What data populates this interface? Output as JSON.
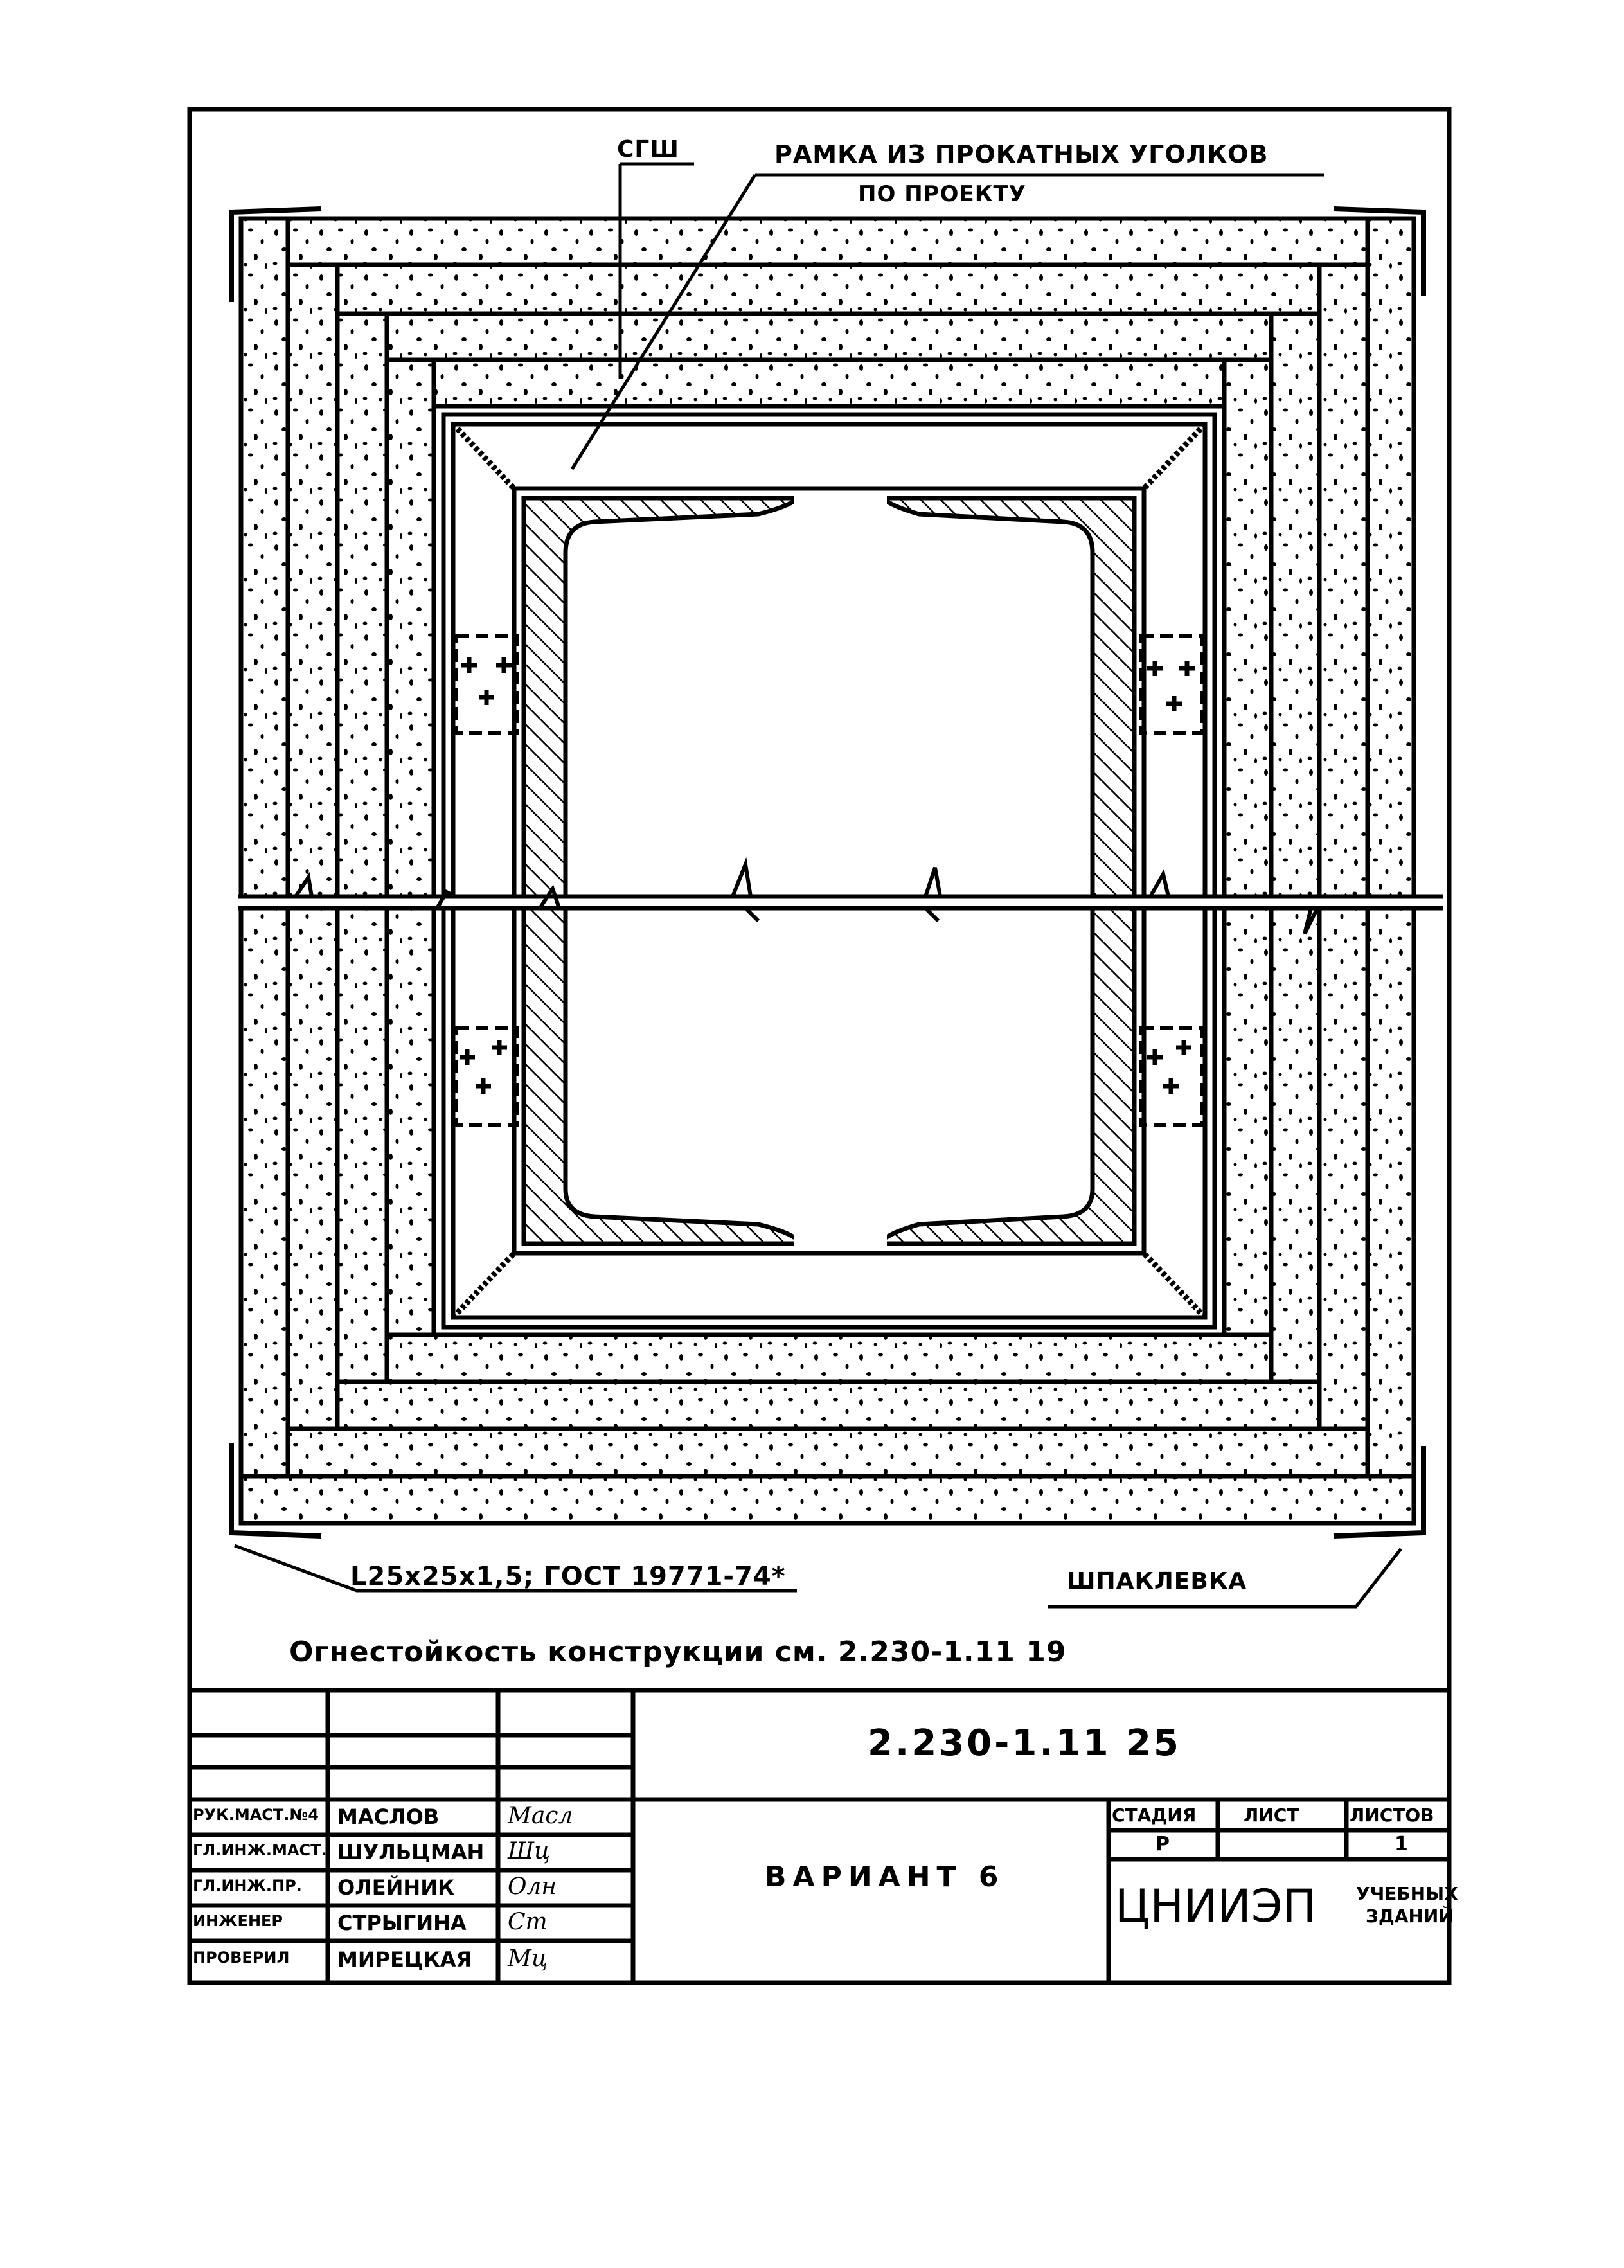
{
  "drawing": {
    "labels": {
      "sgsh": "СГШ",
      "frame_title": "РАМКА ИЗ ПРОКАТНЫХ УГОЛКОВ",
      "frame_subtitle": "ПО ПРОЕКТУ",
      "angle_spec": "L25x25x1,5; ГОСТ 19771-74*",
      "putty": "ШПАКЛЕВКА",
      "fire_resistance_note": "Огнестойкость конструкции см. 2.230-1.11 19"
    }
  },
  "title_block": {
    "document_code": "2.230-1.11 25",
    "sheet_title": "ВАРИАНТ 6",
    "stage_header": "СТАДИЯ",
    "sheet_header": "ЛИСТ",
    "sheets_header": "ЛИСТОВ",
    "stage_value": "Р",
    "sheet_value": "",
    "sheets_value": "1",
    "organization": "ЦНИИЭП",
    "organization_sub1": "УЧЕБНЫХ",
    "organization_sub2": "ЗДАНИЙ",
    "signatories": [
      {
        "role": "РУК.МАСТ.№4",
        "name": "МАСЛОВ",
        "signature": "Масл"
      },
      {
        "role": "ГЛ.ИНЖ.МАСТ.",
        "name": "ШУЛЬЦМАН",
        "signature": "Шц"
      },
      {
        "role": "ГЛ.ИНЖ.ПР.",
        "name": "ОЛЕЙНИК",
        "signature": "Олн"
      },
      {
        "role": "ИНЖЕНЕР",
        "name": "СТРЫГИНА",
        "signature": "Ст"
      },
      {
        "role": "ПРОВЕРИЛ",
        "name": "МИРЕЦКАЯ",
        "signature": "Мц"
      }
    ]
  }
}
